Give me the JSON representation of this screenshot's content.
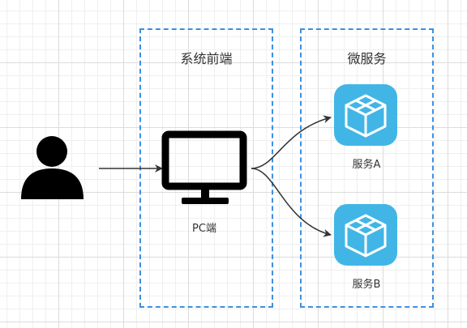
{
  "frontend_group": {
    "title": "系统前端"
  },
  "microservice_group": {
    "title": "微服务"
  },
  "nodes": {
    "user": {
      "icon": "user-icon"
    },
    "pc": {
      "icon": "monitor-icon",
      "label": "PC端"
    },
    "service_a": {
      "icon": "cube-icon",
      "label": "服务A"
    },
    "service_b": {
      "icon": "cube-icon",
      "label": "服务B"
    }
  },
  "colors": {
    "group_border": "#3d8fe0",
    "service_icon": "#41b6e6",
    "edge": "#333333",
    "grid": "#dcdcdc"
  }
}
